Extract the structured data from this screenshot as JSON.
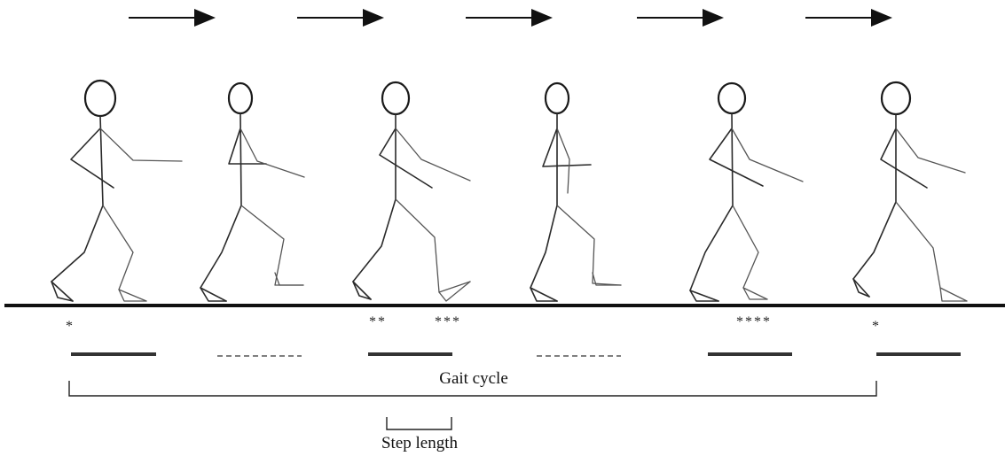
{
  "direction_arrows": {
    "icon": "arrow-right-icon",
    "count": 5
  },
  "figures": [
    {
      "pose": "right-heel-strike"
    },
    {
      "pose": "loading"
    },
    {
      "pose": "left-heel-strike"
    },
    {
      "pose": "midstance"
    },
    {
      "pose": "opposite-heel-strike"
    },
    {
      "pose": "right-heel-strike"
    }
  ],
  "event_markers": [
    "*",
    "**",
    "***",
    "****",
    "*"
  ],
  "phase_bars": [
    "solid",
    "dashed",
    "solid",
    "dashed",
    "solid",
    "solid"
  ],
  "labels": {
    "gait_cycle": "Gait cycle",
    "step_length": "Step length"
  },
  "colors": {
    "ink": "#111111",
    "background": "#ffffff"
  }
}
